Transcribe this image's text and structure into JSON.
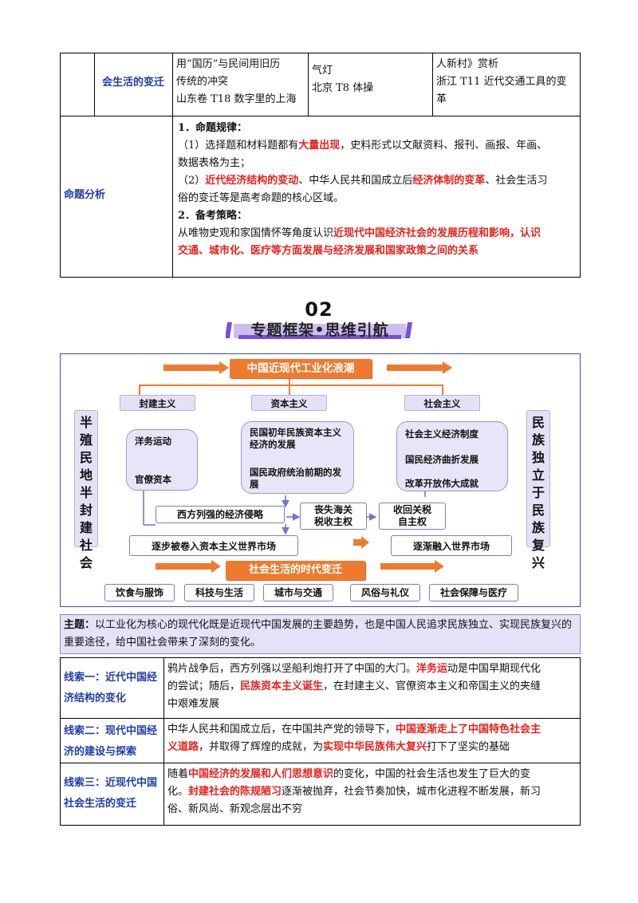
{
  "top_table": {
    "row1": {
      "title": "会生活的变迁",
      "col1": [
        "用“国历”与民间用旧历",
        "传统的冲突",
        "山东卷 T18 数字里的上海"
      ],
      "col2": [
        "气灯",
        "北京 T8 体操"
      ],
      "col3": [
        "人新村》赏析",
        "浙江 T11 近代交通工具的变",
        "革"
      ]
    },
    "row2": {
      "title": "命题分析",
      "h1": "1．命题规律：",
      "p1_a": "（1）选择题和材料题都有",
      "p1_red": "大量出现",
      "p1_b": "，史料形式以文献资料、报刊、画报、年画、",
      "p1_c": "数据表格为主；",
      "p2_a": "（2）",
      "p2_red1": "近代经济结构的变动",
      "p2_b": "、中华人民共和国成立后",
      "p2_red2": "经济体制的变革",
      "p2_c": "、社会生活习",
      "p2_d": "俗的变迁等是高考命题的核心区域。",
      "h2": "2．备考策略：",
      "p3_a": "从唯物史观和家国情怀等角度认识",
      "p3_red1": "近现代中国经济社会的发展历程和影响，认识",
      "p3_red2": "交通、城市化、医疗等方面发展与经济发展和国家政策之间的关系"
    }
  },
  "section_heading": {
    "number": "02",
    "title": "专题框架•思维引航"
  },
  "diagram": {
    "top": "中国近现代工业化浪潮",
    "left_vertical": "半殖民地半封建社会",
    "right_vertical": "民族独立于民族复兴",
    "col_labels": [
      "封建主义",
      "资本主义",
      "社会主义"
    ],
    "feudal_items": [
      "洋务运动",
      "官僚资本"
    ],
    "capital_items": [
      "民国初年民族资本主义经济的发展",
      "国民政府统治前期的发展"
    ],
    "social_items": [
      "社会主义经济制度",
      "国民经济曲折发展",
      "改革开放伟大成就"
    ],
    "invasion": "西方列强的经济侵略",
    "lose_customs": "丧失海关税收主权",
    "regain_customs": "收回关税自主权",
    "drawn_in": "逐步被卷入资本主义世界市场",
    "integrate": "逐渐融入世界市场",
    "bottom": "社会生活的时代变迁",
    "bottom_items": [
      "饮食与服饰",
      "科技与生活",
      "城市与交通",
      "风俗与礼仪",
      "社会保障与医疗"
    ]
  },
  "theme": {
    "label": "主题：",
    "text": "以工业化为核心的现代化既是近现代中国发展的主要趋势，也是中国人民追求民族独立、实现民族复兴的重要途径，给中国社会带来了深刻的变化。"
  },
  "clues": [
    {
      "title": "线索一：近代中国经济结构的变化",
      "t_a": "鸦片战争后，西方列强以坚船利炮打开了中国的大门。",
      "t_red1": "洋务运",
      "t_b": "动是中国早期现代化",
      "t_c": "的尝试；随后，",
      "t_red2": "民族资本主义诞生",
      "t_d": "，在封建主义、官僚资本主义和帝国主义的夹缝",
      "t_e": "中艰难发展"
    },
    {
      "title": "线索二：现代中国经济的建设与探索",
      "t_a": "中华人民共和国成立后，在中国共产党的领导下，",
      "t_red1": "中国逐渐走上了中国特色社会主",
      "t_red2": "义道路",
      "t_b": "，并取得了辉煌的成就，为",
      "t_red3": "实现中华民族伟大复兴",
      "t_c": "打下了坚实的基础"
    },
    {
      "title": "线索三：近现代中国社会生活的变迁",
      "t_a": "随着",
      "t_red1": "中国经济的发展和人们思想意识",
      "t_b": "的变化，中国的社会生活也发生了巨大的变",
      "t_c": "化。",
      "t_red2": "封建社会的陈规陋习",
      "t_d": "逐渐被抛弃，社会节奏加快，城市化进程不断发展，新习",
      "t_e": "俗、新风尚、新观念层出不穷"
    }
  ],
  "colors": {
    "accent_red": "#e8211c",
    "title_blue": "#1f3cb0",
    "orange": "#ef7a2e",
    "lavender": "#e5e2f7"
  }
}
